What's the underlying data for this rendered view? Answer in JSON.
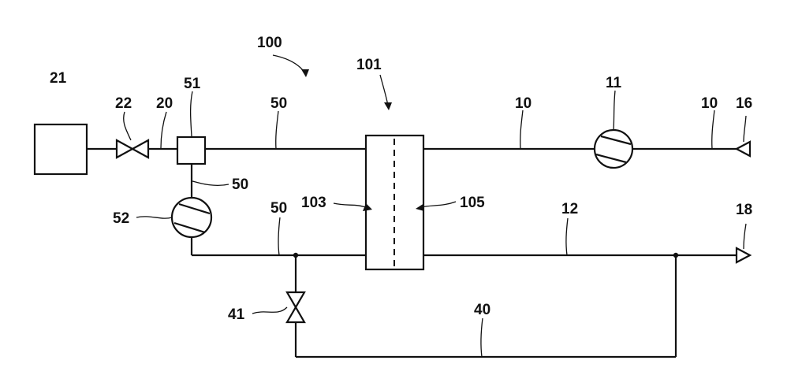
{
  "labels": {
    "l100": "100",
    "l101": "101",
    "l21": "21",
    "l22": "22",
    "l20": "20",
    "l51": "51",
    "l50_top": "50",
    "l10_mid": "10",
    "l11": "11",
    "l10_right": "10",
    "l16": "16",
    "l50_side": "50",
    "l103": "103",
    "l105": "105",
    "l52": "52",
    "l50_low": "50",
    "l12": "12",
    "l18": "18",
    "l41": "41",
    "l40": "40"
  }
}
